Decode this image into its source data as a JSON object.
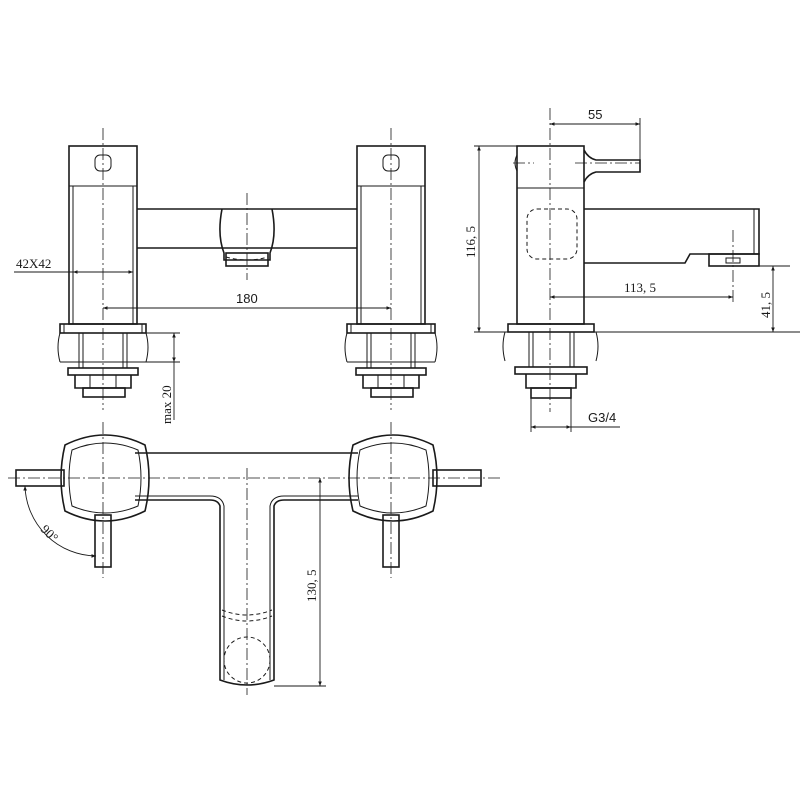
{
  "drawing": {
    "subject": "Bath filler tap technical drawing",
    "views": [
      "front-view",
      "side-view",
      "top-view"
    ],
    "line_color": "#1a1a1a",
    "background": "#ffffff"
  },
  "dimensions": {
    "body_section": "42X42",
    "centres": "180",
    "max_deck_thickness": "max 20",
    "handle_reach": "55",
    "overall_height": "116, 5",
    "spout_reach": "113, 5",
    "spout_height": "41, 5",
    "thread": "G3/4",
    "handle_rotation": "90°",
    "spout_projection": "130, 5"
  }
}
